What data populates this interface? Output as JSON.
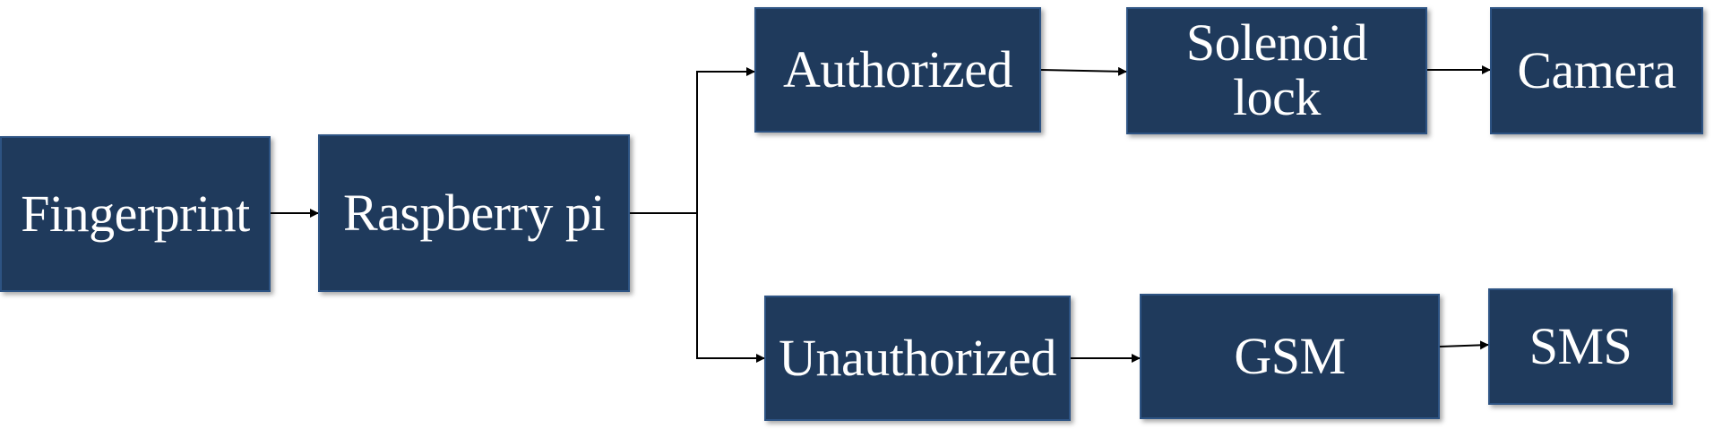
{
  "diagram": {
    "nodes": {
      "fingerprint": "Fingerprint",
      "raspberry": "Raspberry pi",
      "authorized": "Authorized",
      "solenoid": "Solenoid\nlock",
      "camera": "Camera",
      "unauthorized": "Unauthorized",
      "gsm": "GSM",
      "sms": "SMS"
    },
    "edges": [
      [
        "fingerprint",
        "raspberry"
      ],
      [
        "raspberry",
        "authorized"
      ],
      [
        "raspberry",
        "unauthorized"
      ],
      [
        "authorized",
        "solenoid"
      ],
      [
        "solenoid",
        "camera"
      ],
      [
        "unauthorized",
        "gsm"
      ],
      [
        "gsm",
        "sms"
      ]
    ],
    "colors": {
      "box_fill": "#1f3a5c",
      "box_border": "#2d5383",
      "text": "#ffffff",
      "connector": "#000000"
    }
  }
}
